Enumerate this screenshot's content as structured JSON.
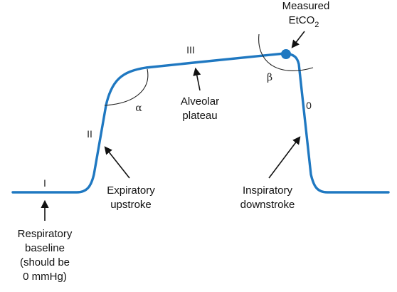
{
  "colors": {
    "trace": "#1f78c1",
    "marker": "#1f78c1",
    "ink": "#111111",
    "background": "#ffffff"
  },
  "phases": {
    "phase_i": "I",
    "phase_ii": "II",
    "phase_iii": "III",
    "phase_0": "0"
  },
  "angles": {
    "alpha": "α",
    "beta": "β"
  },
  "annotations": {
    "measured_line1": "Measured",
    "measured_line2": "EtCO",
    "measured_subscript": "2",
    "alveolar_line1": "Alveolar",
    "alveolar_line2": "plateau",
    "expiratory_line1": "Expiratory",
    "expiratory_line2": "upstroke",
    "inspiratory_line1": "Inspiratory",
    "inspiratory_line2": "downstroke",
    "baseline_line1": "Respiratory",
    "baseline_line2": "baseline",
    "baseline_line3": "(should be",
    "baseline_line4": "0 mmHg)"
  }
}
